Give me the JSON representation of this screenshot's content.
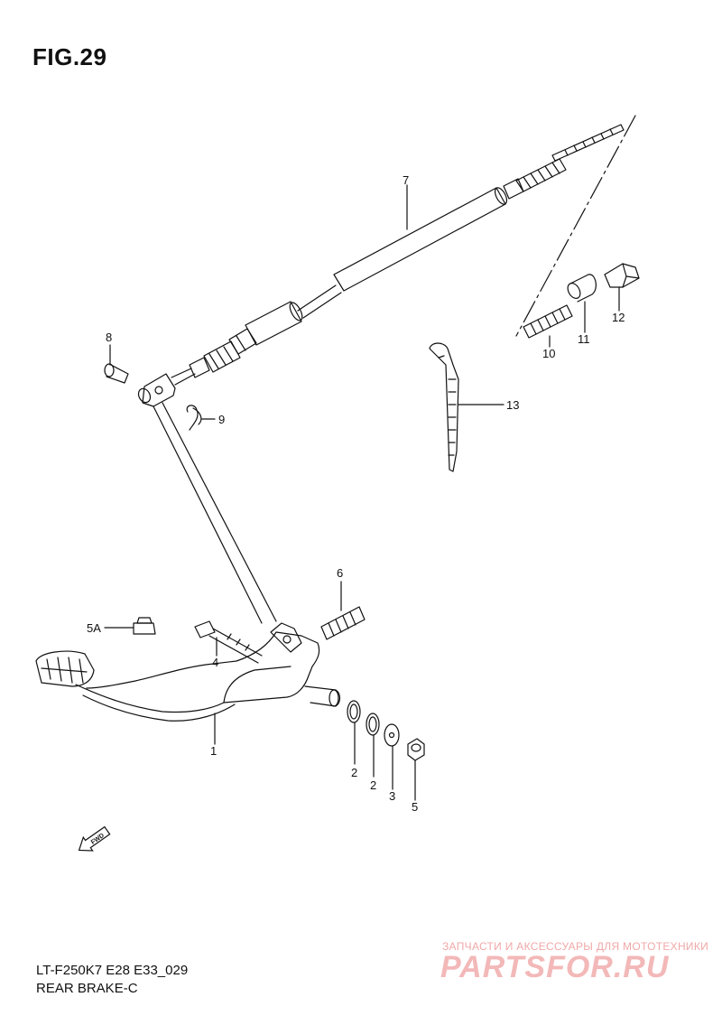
{
  "figure": {
    "title": "FIG.29",
    "model_code": "LT-F250K7 E28 E33_029",
    "section_name": "REAR BRAKE-C"
  },
  "callouts": {
    "c1": "1",
    "c2a": "2",
    "c2b": "2",
    "c3": "3",
    "c4": "4",
    "c5": "5",
    "c5a": "5A",
    "c6": "6",
    "c7": "7",
    "c8": "8",
    "c9": "9",
    "c10": "10",
    "c11": "11",
    "c12": "12",
    "c13": "13"
  },
  "fwd_label": "FWD",
  "watermark": {
    "tagline": "ЗАПЧАСТИ И АКСЕССУАРЫ ДЛЯ МОТОТЕХНИКИ",
    "brand": "PARTSFOR.RU"
  },
  "colors": {
    "line": "#111111",
    "watermark": "#f0a8a8"
  }
}
